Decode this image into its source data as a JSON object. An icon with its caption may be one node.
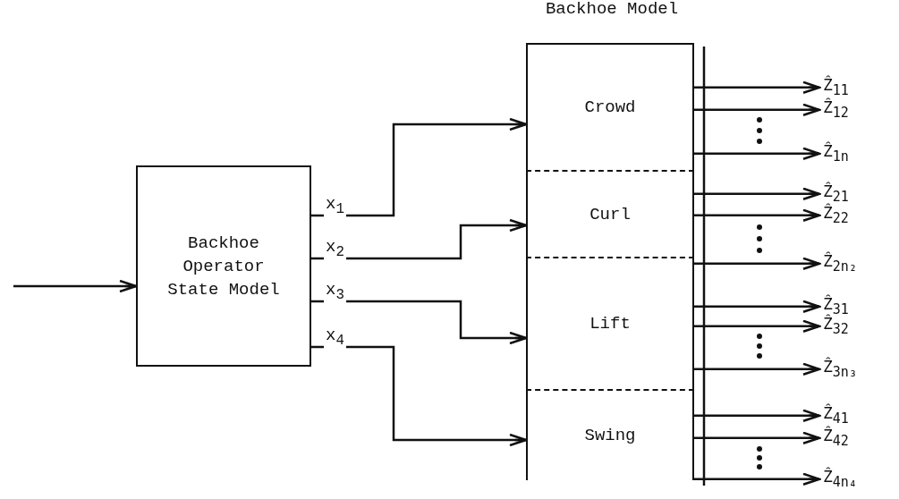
{
  "diagram": {
    "nodes": [
      {
        "text": [
          "Backhoe Model"
        ]
      },
      {
        "text": [
          "Crowd"
        ],
        "in": 0
      },
      {
        "text": [
          "Curl"
        ],
        "in": 0
      },
      {
        "text": [
          "Lift"
        ],
        "in": 0
      },
      {
        "text": [
          "Swing"
        ],
        "in": 0
      },
      {
        "text": [
          "Backhoe Operator State Model"
        ]
      },
      {
        "text": [
          "Ẑ$_{11}$"
        ]
      },
      {
        "text": [
          "Ẑ$_{12}$"
        ]
      },
      {
        "text": [
          "Ẑ$_{1n}$"
        ]
      },
      {
        "text": [
          "Ẑ$_{21}$"
        ]
      },
      {
        "text": [
          "Ẑ$_{22}$"
        ]
      },
      {
        "text": [
          "Ẑ$_{2n₂}$"
        ]
      },
      {
        "text": [
          "Ẑ$_{31}$"
        ]
      },
      {
        "text": [
          "Ẑ$_{32}$"
        ]
      },
      {
        "text": [
          "Ẑ$_{3n₃}$"
        ]
      },
      {
        "text": [
          "Ẑ$_{41}$"
        ]
      },
      {
        "text": [
          "Ẑ$_{42}$"
        ]
      },
      {
        "text": [
          "Ẑ$_{4n₄}$"
        ]
      }
    ],
    "edges": [
      {
        "from": null,
        "to": 5,
        "arrow": "to"
      },
      {
        "from": 5,
        "to": 1,
        "arrow": "to",
        "label": "x$_{1}$"
      },
      {
        "from": 5,
        "to": 2,
        "arrow": "to",
        "label": "x$_{2}$"
      },
      {
        "from": 5,
        "to": 3,
        "arrow": "to",
        "label": "x$_{3}$"
      },
      {
        "from": 5,
        "to": 4,
        "arrow": "to",
        "label": "x$_{4}$"
      },
      {
        "from": 1,
        "to": 6,
        "arrow": "to"
      },
      {
        "from": 1,
        "to": 7,
        "arrow": "to"
      },
      {
        "from": 1,
        "to": 8,
        "arrow": "to"
      },
      {
        "from": 2,
        "to": 9,
        "arrow": "to"
      },
      {
        "from": 2,
        "to": 10,
        "arrow": "to"
      },
      {
        "from": 2,
        "to": 11,
        "arrow": "to"
      },
      {
        "from": 3,
        "to": 12,
        "arrow": "to"
      },
      {
        "from": 3,
        "to": 13,
        "arrow": "to"
      },
      {
        "from": 3,
        "to": 14,
        "arrow": "to"
      },
      {
        "from": 4,
        "to": 15,
        "arrow": "to"
      },
      {
        "from": 4,
        "to": 16,
        "arrow": "to"
      },
      {
        "from": 4,
        "to": 17,
        "arrow": "to"
      }
    ]
  }
}
